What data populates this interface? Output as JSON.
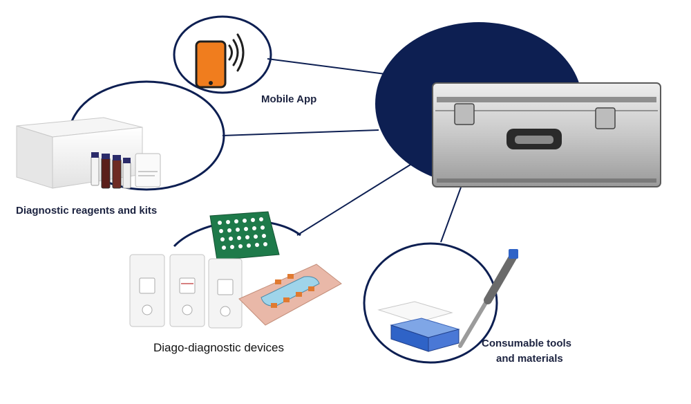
{
  "labels": {
    "mobile_app": "Mobile App",
    "reagents": "Diagnostic reagents and kits",
    "devices": "Diago-diagnostic devices",
    "consumables_line1": "Consumable tools",
    "consumables_line2": "and materials"
  },
  "colors": {
    "navy": "#0d1f52",
    "phone_orange": "#f07d1e",
    "plate_green": "#1e7a4a",
    "chip_pink": "#e9b8a8",
    "tip_blue": "#2f63c7"
  },
  "icons": {
    "mobile": "smartphone-wireless-icon",
    "kit": "reagent-kit-box-icon",
    "devices": "test-cassettes-icon",
    "consumables": "pipette-tips-icon",
    "case": "aluminum-case-icon"
  }
}
